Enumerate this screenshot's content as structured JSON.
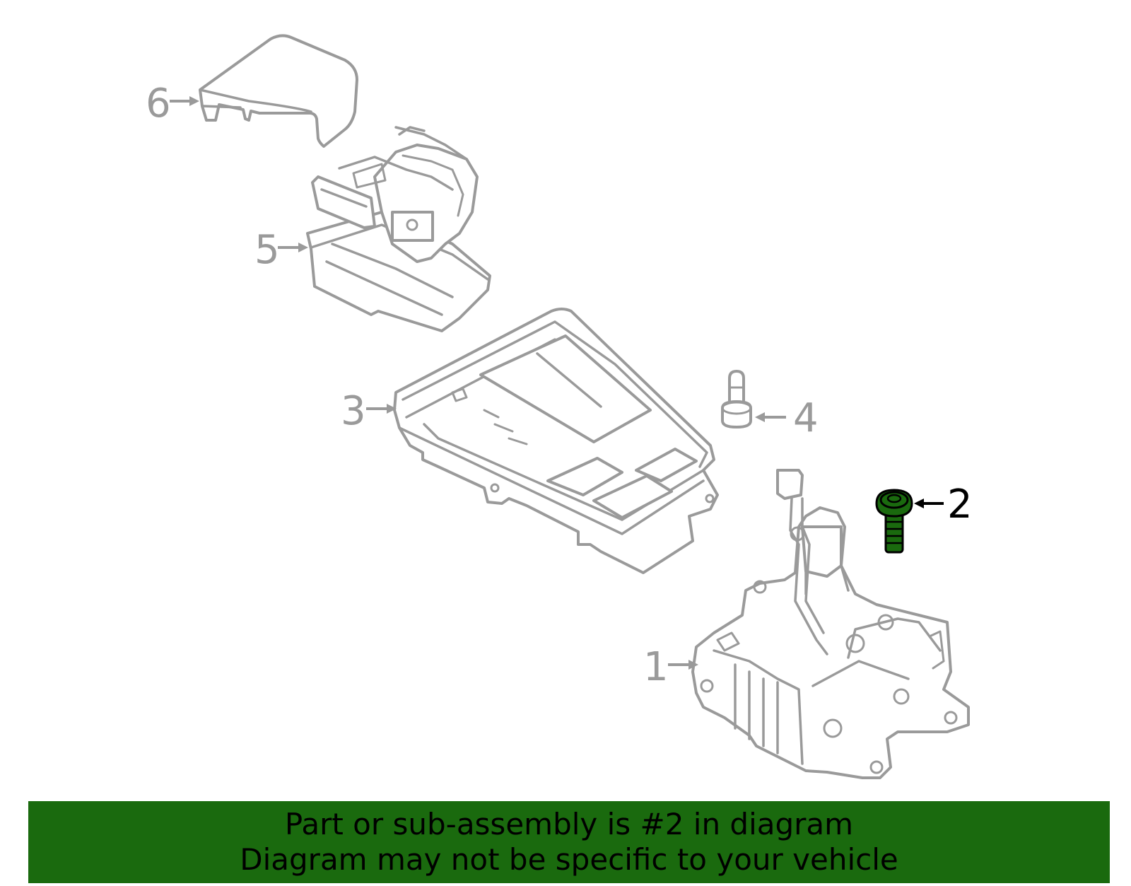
{
  "callouts": [
    {
      "id": "1",
      "label": "1",
      "highlighted": false
    },
    {
      "id": "2",
      "label": "2",
      "highlighted": true
    },
    {
      "id": "3",
      "label": "3",
      "highlighted": false
    },
    {
      "id": "4",
      "label": "4",
      "highlighted": false
    },
    {
      "id": "5",
      "label": "5",
      "highlighted": false
    },
    {
      "id": "6",
      "label": "6",
      "highlighted": false
    }
  ],
  "banner": {
    "line1": "Part or sub-assembly is #2 in diagram",
    "line2": "Diagram may not be specific to your vehicle"
  },
  "colors": {
    "line_art": "#9a9a9a",
    "highlight_part": "#1a6a0e",
    "banner_background": "#1a6a0e",
    "banner_text": "#000000"
  }
}
